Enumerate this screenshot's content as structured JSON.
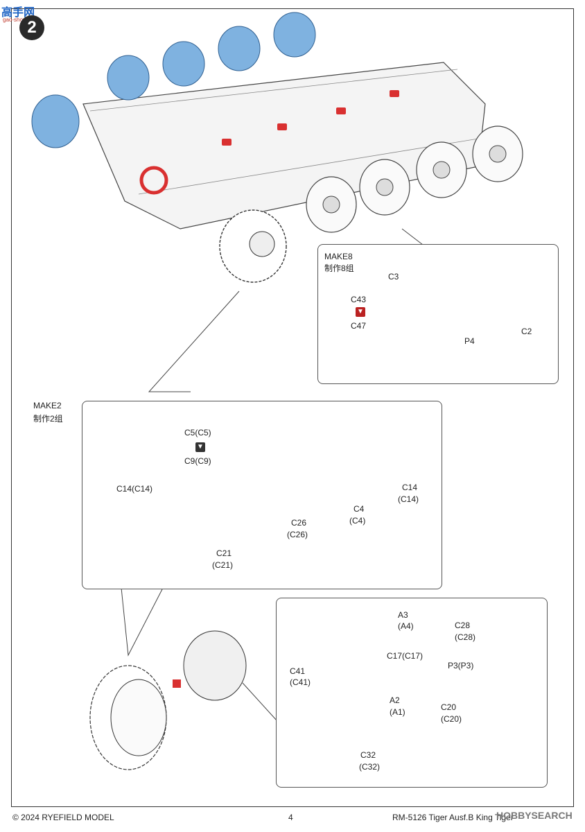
{
  "header": {
    "logo_text": "高手网",
    "logo_sub": "gao-shou.com",
    "step_number": "2"
  },
  "make8": {
    "title": "MAKE8",
    "subtitle": "制作8组",
    "labels": {
      "c3": "C3",
      "c43": "C43",
      "c47": "C47",
      "p4": "P4",
      "c2": "C2"
    }
  },
  "make2": {
    "title": "MAKE2",
    "subtitle": "制作2组",
    "labels": {
      "c5": "C5(C5)",
      "c9": "C9(C9)",
      "c14_left": "C14(C14)",
      "c21": "C21",
      "c21_alt": "(C21)",
      "c26": "C26",
      "c26_alt": "(C26)",
      "c4": "C4",
      "c4_alt": "(C4)",
      "c14_right": "C14",
      "c14_right_alt": "(C14)"
    }
  },
  "hub_box": {
    "labels": {
      "a3": "A3",
      "a3_alt": "(A4)",
      "c17": "C17(C17)",
      "c41": "C41",
      "c41_alt": "(C41)",
      "a2": "A2",
      "a2_alt": "(A1)",
      "c32": "C32",
      "c32_alt": "(C32)",
      "c28": "C28",
      "c28_alt": "(C28)",
      "p3": "P3(P3)",
      "c20": "C20",
      "c20_alt": "(C20)"
    }
  },
  "footer": {
    "copyright": "© 2024 RYEFIELD MODEL",
    "page_number": "4",
    "product": "RM-5126 Tiger Ausf.B King Tiger",
    "watermark": "HOBBYSEARCH"
  },
  "colors": {
    "wheel_blue": "#7fb2e0",
    "part_red": "#d93030",
    "line": "#444444"
  }
}
